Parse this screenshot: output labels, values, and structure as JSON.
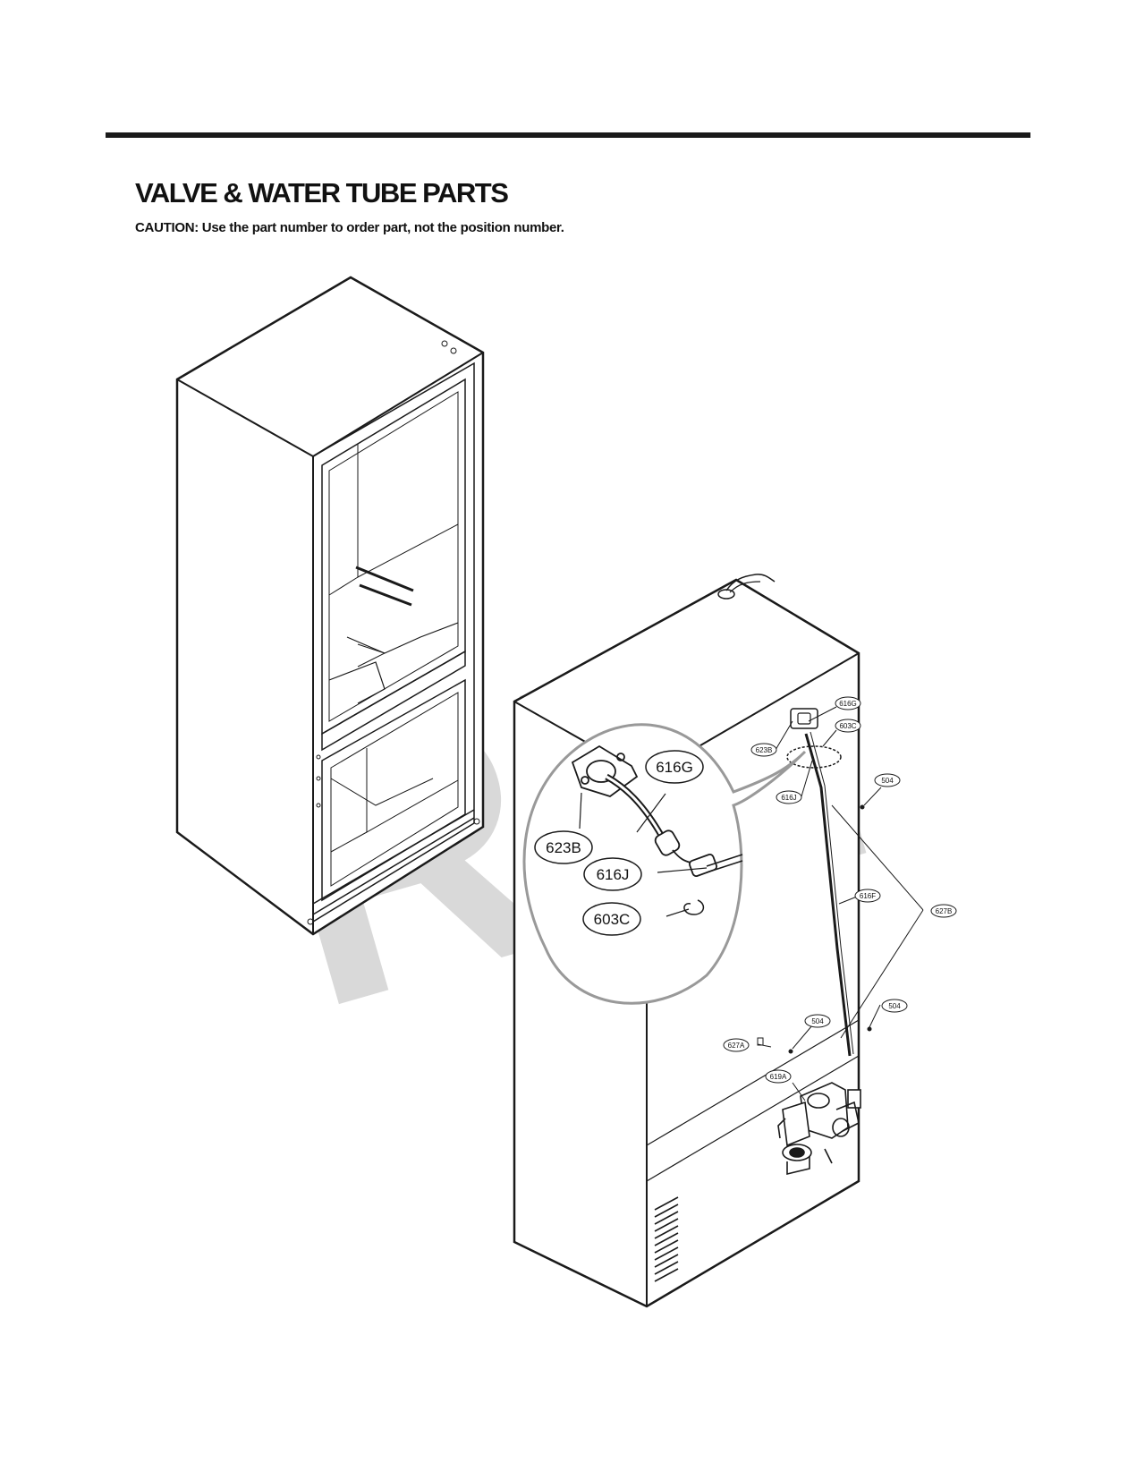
{
  "header": {
    "title": "VALVE & WATER TUBE PARTS",
    "caution": "CAUTION: Use the part number to order part, not the position number."
  },
  "watermark": "RPI",
  "detail_callouts": {
    "c616G": "616G",
    "c623B": "623B",
    "c616J": "616J",
    "c603C": "603C"
  },
  "part_callouts": {
    "p616G": "616G",
    "p603C": "603C",
    "p623B": "623B",
    "p616J": "616J",
    "p504a": "504",
    "p616F": "616F",
    "p627B": "627B",
    "p504b": "504",
    "p504c": "504",
    "p627A": "627A",
    "p619A": "619A"
  },
  "colors": {
    "line": "#1a1a1a",
    "watermark": "#d9d9d9",
    "detail_bubble": "#999999"
  }
}
